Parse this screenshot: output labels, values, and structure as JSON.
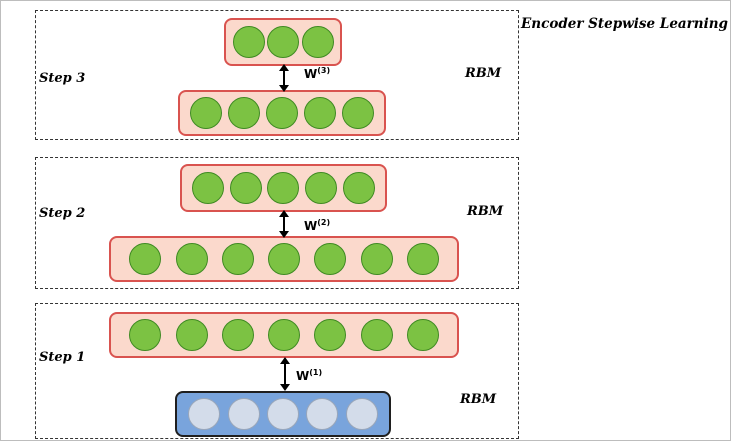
{
  "title": "Encoder Stepwise Learning",
  "steps": [
    {
      "label": "Step 3",
      "rbm": "RBM",
      "weight_base": "W",
      "weight_sup": "(3)",
      "top_units": 3,
      "bottom_units": 5
    },
    {
      "label": "Step 2",
      "rbm": "RBM",
      "weight_base": "W",
      "weight_sup": "(2)",
      "top_units": 5,
      "bottom_units": 7
    },
    {
      "label": "Step 1",
      "rbm": "RBM",
      "weight_base": "W",
      "weight_sup": "(1)",
      "top_units": 7,
      "bottom_units": 5
    }
  ],
  "colors": {
    "hidden_unit": "#7cc243",
    "visible_unit": "#d3dcea",
    "hidden_layer_fill": "#fbd9cc",
    "visible_layer_fill": "#79a4dc",
    "hidden_layer_border": "#d9534f"
  }
}
